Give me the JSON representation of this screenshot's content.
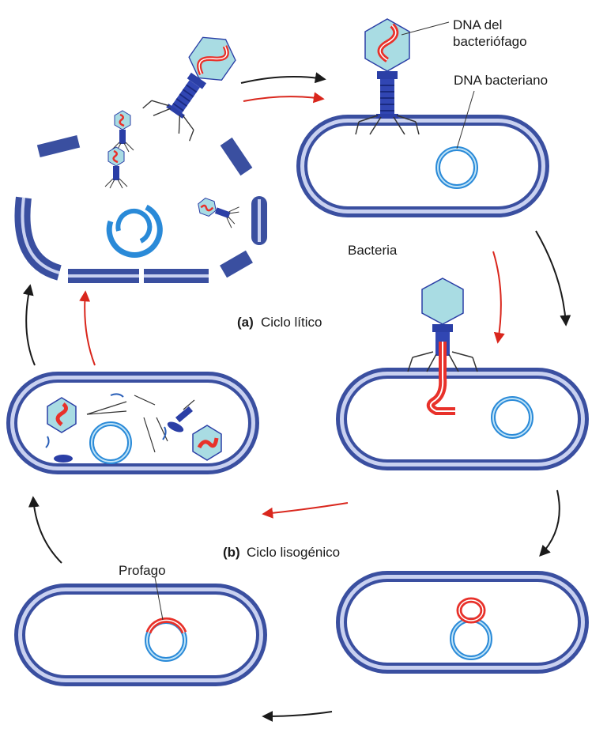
{
  "labels": {
    "phage_dna_line1": "DNA del",
    "phage_dna_line2": "bacteriófago",
    "bacterial_dna": "DNA bacteriano",
    "bacteria": "Bacteria",
    "lytic_letter": "(a)",
    "lytic_cycle": "Ciclo lítico",
    "lysogenic_letter": "(b)",
    "lysogenic_cycle": "Ciclo lisogénico",
    "prophage": "Profago"
  },
  "colors": {
    "membrane_outer": "#3a4fa0",
    "membrane_inner": "#b9c3e8",
    "dna_ring": "#2a8ad8",
    "phage_dna": "#e8312a",
    "phage_head": "#a9dce3",
    "phage_tail": "#2b3fa6",
    "arrow_black": "#1a1a1a",
    "arrow_red": "#d9261c"
  }
}
